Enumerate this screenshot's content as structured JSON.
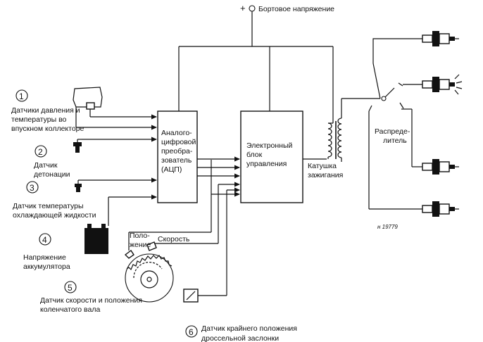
{
  "supply": {
    "label": "Бортовое напряжение",
    "sign": "+"
  },
  "adc": {
    "lines": [
      "Аналого-",
      "цифровой",
      "преобра-",
      "зователь",
      "(АЦП)"
    ]
  },
  "ecu": {
    "lines": [
      "Электронный",
      "блок",
      "управления"
    ]
  },
  "coil": {
    "lines": [
      "Катушка",
      "зажигания"
    ]
  },
  "distributor": {
    "lines": [
      "Распреде-",
      "литель"
    ]
  },
  "drawing_code": "н 19779",
  "sensors": [
    {
      "num": "1",
      "lines": [
        "Датчики давления и",
        "температуры во",
        "впускном коллекторе"
      ]
    },
    {
      "num": "2",
      "lines": [
        "Датчик",
        "детонации"
      ]
    },
    {
      "num": "3",
      "lines": [
        "Датчик температуры",
        "охлаждающей жидкости"
      ]
    },
    {
      "num": "4",
      "lines": [
        "Напряжение",
        "аккумулятора"
      ]
    },
    {
      "num": "5",
      "lines": [
        "Датчик скорости и положения",
        "коленчатого вала"
      ]
    },
    {
      "num": "6",
      "lines": [
        "Датчик крайнего положения",
        "дроссельной заслонки"
      ]
    }
  ],
  "crank": {
    "position_lines": [
      "Поло-",
      "жение"
    ],
    "speed": "Скорость"
  }
}
